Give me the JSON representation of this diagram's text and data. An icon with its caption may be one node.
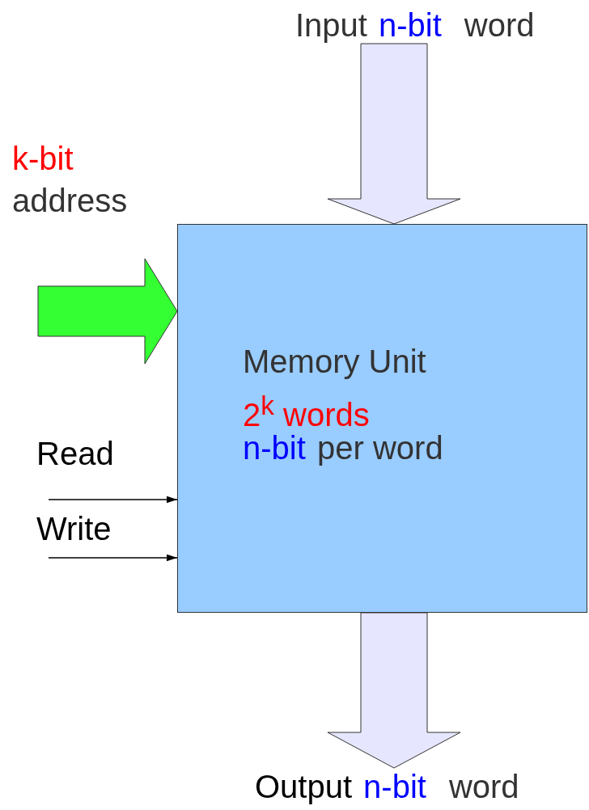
{
  "diagram": {
    "nodes": [
      {
        "text": [
          "Input",
          "n-bit",
          "word"
        ]
      },
      {
        "text": [
          "Memory Unit",
          "2$^{k}$ words",
          "n-bit",
          "per word"
        ]
      },
      {
        "text": [
          "Output",
          "n-bit",
          "word"
        ]
      }
    ],
    "edges": [
      {
        "from": 0,
        "to": 1,
        "arrow": "to",
        "style": "thick",
        "color": "#e6e6ff"
      },
      {
        "from": null,
        "to": 1,
        "arrow": "to",
        "style": "thick",
        "color": "#33ff33"
      },
      {
        "from": null,
        "to": 1,
        "arrow": "to"
      },
      {
        "from": null,
        "to": 1,
        "arrow": "to"
      },
      {
        "from": 1,
        "to": 2,
        "arrow": "to",
        "style": "thick",
        "color": "#e6e6ff"
      }
    ],
    "labels": [
      "k-bit",
      "address",
      "Read",
      "Write"
    ]
  }
}
